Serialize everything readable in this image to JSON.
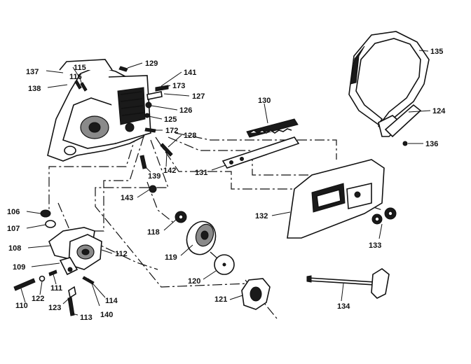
{
  "part_numbers": {
    "p106": "106",
    "p107": "107",
    "p108": "108",
    "p109": "109",
    "p110": "110",
    "p111": "111",
    "p112": "112",
    "p113": "113",
    "p114": "114",
    "p115": "115",
    "p116": "116",
    "p118": "118",
    "p119": "119",
    "p120": "120",
    "p121": "121",
    "p122": "122",
    "p123": "123",
    "p124": "124",
    "p125": "125",
    "p126": "126",
    "p127": "127",
    "p128": "128",
    "p129": "129",
    "p130": "130",
    "p131": "131",
    "p132": "132",
    "p133": "133",
    "p134": "134",
    "p135": "135",
    "p136": "136",
    "p137": "137",
    "p138": "138",
    "p139": "139",
    "p140": "140",
    "p141": "141",
    "p142": "142",
    "p143": "143",
    "p172": "172",
    "p173": "173"
  }
}
